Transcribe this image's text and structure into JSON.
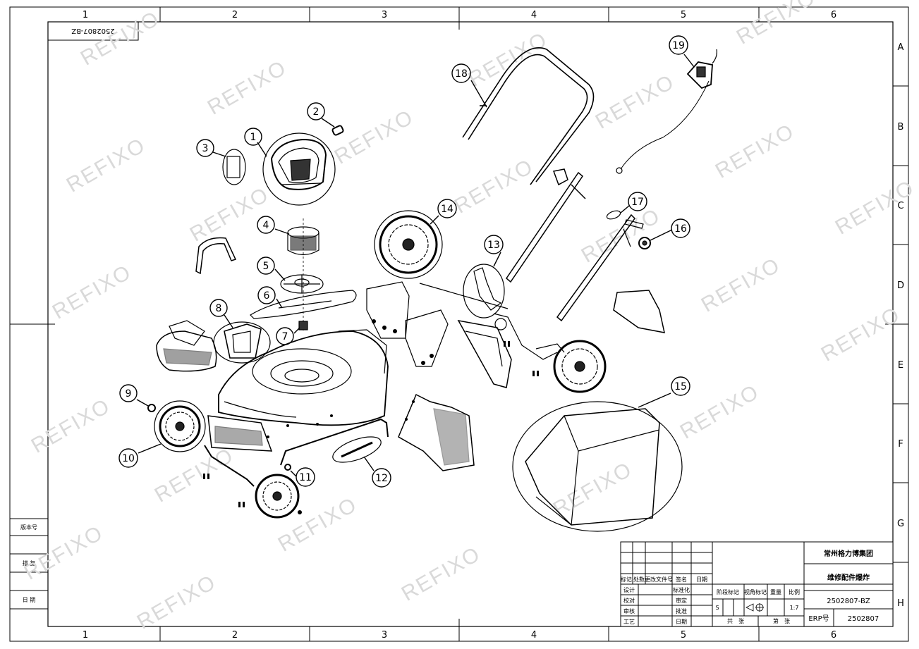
{
  "grid": {
    "columns": [
      "1",
      "2",
      "3",
      "4",
      "5",
      "6"
    ],
    "rows": [
      "A",
      "B",
      "C",
      "D",
      "E",
      "F",
      "G",
      "H"
    ]
  },
  "corner_code": "2502807-BZ",
  "watermark": "REFIXO",
  "callouts": [
    "1",
    "2",
    "3",
    "4",
    "5",
    "6",
    "7",
    "8",
    "9",
    "10",
    "11",
    "12",
    "13",
    "14",
    "15",
    "16",
    "17",
    "18",
    "19"
  ],
  "left_strip": {
    "version_label": "版本号",
    "copy_label": "描 复",
    "date_label": "日 期"
  },
  "title_block": {
    "company": "常州格力博集团",
    "drawing_name": "维修配件爆炸",
    "drawing_number": "2502807-BZ",
    "erp_label": "ERP号",
    "erp_value": "2502807",
    "rev_headers": [
      "标记",
      "处数",
      "更改文件号",
      "签名",
      "日期"
    ],
    "sign_labels": [
      "设计",
      "校对",
      "审核",
      "工艺"
    ],
    "sign_labels2": [
      "标准化",
      "审定",
      "批准",
      "日期"
    ],
    "stage_label": "阶段标记",
    "view_label": "视角标记",
    "weight_label": "重量",
    "scale_label": "比例",
    "stage_value": "S",
    "scale_value": "1:7",
    "sheets_total_label": "共　张",
    "sheet_label": "第　张"
  }
}
